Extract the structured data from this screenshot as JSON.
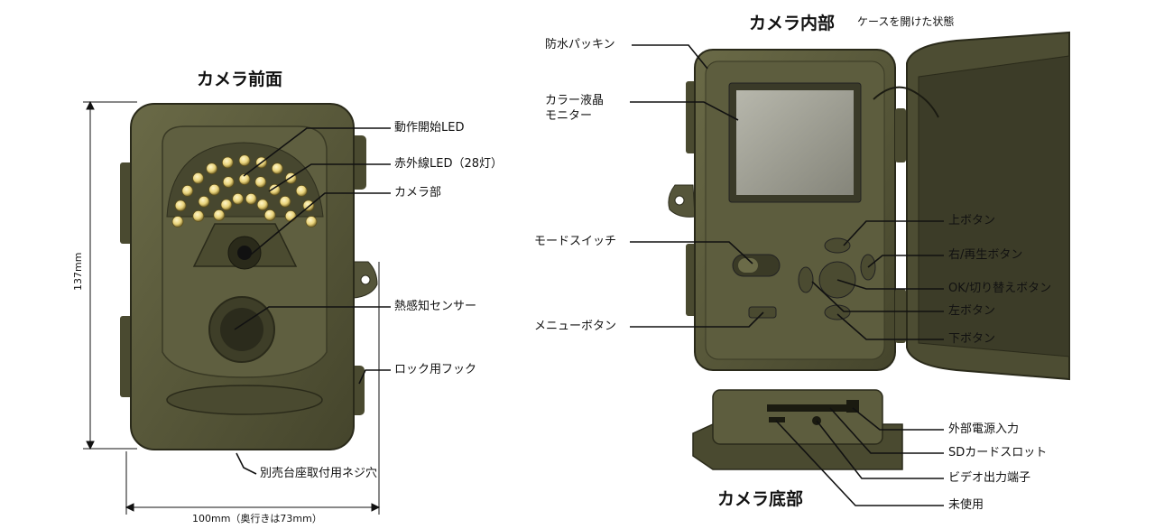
{
  "titles": {
    "front": "カメラ前面",
    "inside": "カメラ内部",
    "inside_note": "ケースを開けた状態",
    "bottom": "カメラ底部"
  },
  "front_labels": {
    "activity_led": "動作開始LED",
    "ir_led": "赤外線LED（28灯）",
    "camera": "カメラ部",
    "pir_sensor": "熱感知センサー",
    "lock_hook": "ロック用フック",
    "mount_hole": "別売台座取付用ネジ穴"
  },
  "dimensions": {
    "height": "137mm",
    "width": "100mm（奥行きは73mm）"
  },
  "inside_labels": {
    "gasket": "防水パッキン",
    "lcd_line1": "カラー液晶",
    "lcd_line2": "モニター",
    "mode_switch": "モードスイッチ",
    "menu_button": "メニューボタン",
    "up_button": "上ボタン",
    "right_play_button": "右/再生ボタン",
    "ok_button": "OK/切り替えボタン",
    "left_button": "左ボタン",
    "down_button": "下ボタン"
  },
  "bottom_labels": {
    "dc_in": "外部電源入力",
    "sd_slot": "SDカードスロット",
    "video_out": "ビデオ出力端子",
    "unused": "未使用"
  },
  "colors": {
    "camo_body": "#5a5a3c",
    "camo_dark": "#3b3b26",
    "camo_light": "#77774f",
    "led_yellow": "#e8d27a",
    "lcd_screen": "#9b9b90",
    "leader_line": "#111111"
  }
}
